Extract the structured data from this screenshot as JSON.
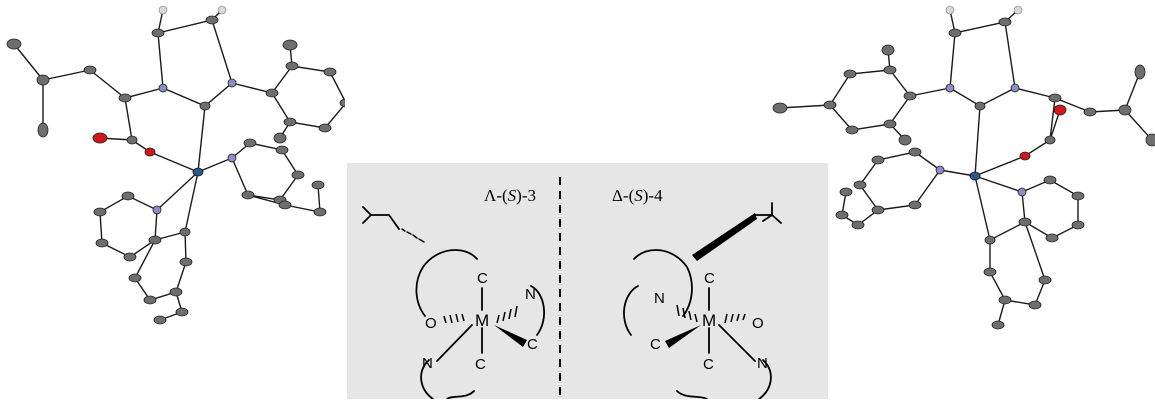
{
  "labels": {
    "left_prefix": "Λ-(",
    "left_italic": "S",
    "left_suffix": ")-3",
    "right_prefix": "Δ-(",
    "right_italic": "S",
    "right_suffix": ")-4"
  },
  "atoms": {
    "metal": "M",
    "carbon": "C",
    "nitrogen": "N",
    "oxygen": "O"
  },
  "colors": {
    "panel_background": "#e6e6e6",
    "carbon_ellipsoid": "#6e6e6e",
    "nitrogen_ellipsoid": "#8c8cc8",
    "oxygen_ellipsoid": "#d01818",
    "metal_ellipsoid": "#2a5a8c",
    "hydrogen": "#d8d8d8"
  }
}
